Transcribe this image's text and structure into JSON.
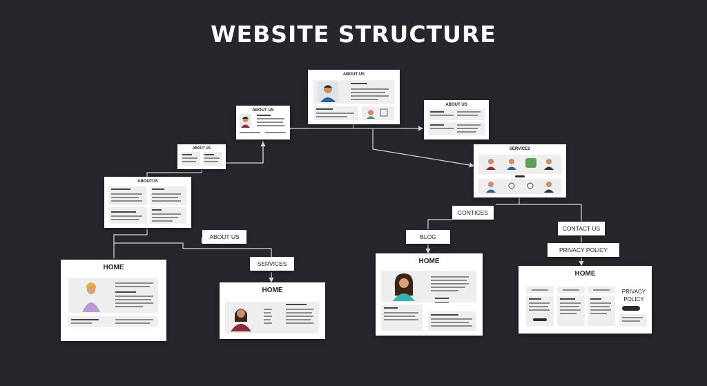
{
  "title": "WEBSITE STRUCTURE",
  "pages": {
    "about_top": "ABOUT US",
    "about_mid": "ABOUT US",
    "about_right": "ABOUT US",
    "services_card": "SERVICES",
    "small_card": "ABOUT US",
    "left_card": "ABOUTUS",
    "home_left": "HOME",
    "home_center": "HOME",
    "home_blog": "HOME",
    "home_right": "HOME",
    "privacy_card": "PRIVACY POLICY"
  },
  "labels": {
    "about_us": "ABOUT US",
    "services": "SERVICES",
    "contices": "CONTICES",
    "blog": "BLOG",
    "contact_us": "CONTACT US",
    "privacy_policy": "PRIVACY POLICY"
  },
  "colors": {
    "background": "#25272d",
    "card": "#ffffff",
    "connector": "#d8d8d8"
  }
}
